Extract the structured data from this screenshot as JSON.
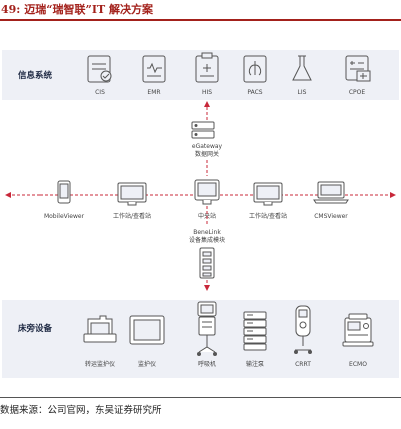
{
  "title": "49: 迈瑞“瑞智联”IT 解决方案",
  "source": "数据来源：公司官网，东吴证券研究所",
  "info_row": {
    "label": "信息系统",
    "items": [
      "CIS",
      "EMR",
      "HIS",
      "PACS",
      "LIS",
      "CPOE"
    ]
  },
  "gateway": {
    "name": "eGateway",
    "sub": "数据网关"
  },
  "network": {
    "left_end": "MobileViewer",
    "left_station": "工作站/查看站",
    "center": "中央站",
    "right_station": "工作站/查看站",
    "right_end": "CMSViewer"
  },
  "benelink": {
    "name": "BeneLink",
    "sub": "设备集成模块"
  },
  "device_row": {
    "label": "床旁设备",
    "items": [
      "转运监护仪",
      "监护仪",
      "呼吸机",
      "输注泵",
      "CRRT",
      "ECMO"
    ]
  },
  "colors": {
    "accent": "#c8283a",
    "title": "#a3211b",
    "panel": "#eef0f6",
    "ink": "#555555"
  }
}
